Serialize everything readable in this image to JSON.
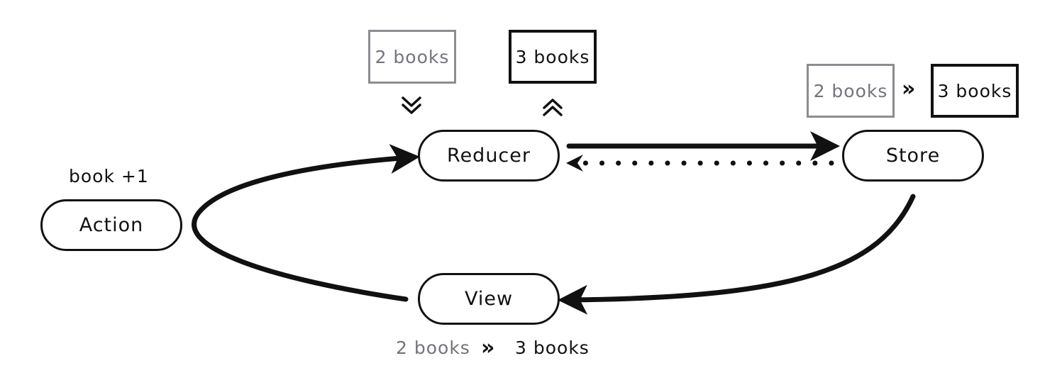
{
  "nodes": {
    "action": "Action",
    "reducer": "Reducer",
    "store": "Store",
    "view": "View"
  },
  "action_note": "book +1",
  "reducer_states": {
    "before": "2 books",
    "after": "3 books"
  },
  "store_states": {
    "before": "2 books",
    "separator": "»",
    "after": "3 books"
  },
  "view_states": {
    "before": "2 books",
    "separator": "»",
    "after": "3 books"
  },
  "colors": {
    "ink": "#111111",
    "muted_text": "#75737b",
    "muted_border": "#8d8c92",
    "background": "#ffffff"
  },
  "icons": {
    "reducer_in": "double-chevron-down-icon",
    "reducer_out": "double-chevron-up-icon",
    "transition": "double-chevron-right-icon"
  }
}
